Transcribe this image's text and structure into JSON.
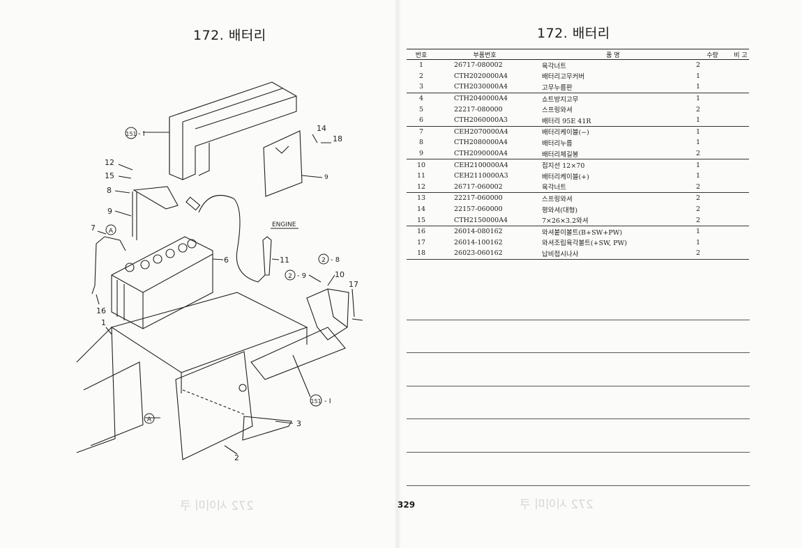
{
  "left_page": {
    "title": "172. 배터리",
    "callouts": {
      "c151a": "151",
      "c151a_suffix": "- I",
      "c14": "14",
      "c18": "18",
      "c12": "12",
      "c15": "15",
      "c8": "8",
      "c9": "9",
      "c7": "7",
      "cA1": "A",
      "cA2": "A",
      "c16": "16",
      "c1": "1",
      "c6": "6",
      "c11": "11",
      "engine": "ENGINE",
      "c2a": "2",
      "c2a_suffix": "- 8",
      "c2b": "2",
      "c2b_suffix": "- 9",
      "c10": "10",
      "c17": "17",
      "c151b": "151",
      "c151b_suffix": "- I",
      "c3": "3",
      "c2": "2",
      "c9b": "9"
    }
  },
  "right_page": {
    "title": "172. 배터리",
    "page_number": "329",
    "headers": {
      "no": "번호",
      "part_no": "부품번호",
      "name": "품 명",
      "qty": "수량",
      "remark": "비 고"
    },
    "rows": [
      {
        "no": "1",
        "part_no": "26717-080002",
        "name": "육각너트",
        "qty": "2"
      },
      {
        "no": "2",
        "part_no": "CTH2020000A4",
        "name": "배터리고무커버",
        "qty": "1"
      },
      {
        "no": "3",
        "part_no": "CTH2030000A4",
        "name": "고무누름판",
        "qty": "1"
      },
      {
        "no": "4",
        "part_no": "CTH2040000A4",
        "name": "쇼트방지고무",
        "qty": "1"
      },
      {
        "no": "5",
        "part_no": "22217-080000",
        "name": "스프링와셔",
        "qty": "2"
      },
      {
        "no": "6",
        "part_no": "CTH2060000A3",
        "name": "배터리 95E 41R",
        "qty": "1"
      },
      {
        "no": "7",
        "part_no": "CEH2070000A4",
        "name": "배터리케이블(−)",
        "qty": "1"
      },
      {
        "no": "8",
        "part_no": "CTH2080000A4",
        "name": "배터리누름",
        "qty": "1"
      },
      {
        "no": "9",
        "part_no": "CTH2090000A4",
        "name": "배터리체길봉",
        "qty": "2"
      },
      {
        "no": "10",
        "part_no": "CEH2100000A4",
        "name": "접지선 12×70",
        "qty": "1"
      },
      {
        "no": "11",
        "part_no": "CEH2110000A3",
        "name": "배터리케이블(+)",
        "qty": "1"
      },
      {
        "no": "12",
        "part_no": "26717-060002",
        "name": "육각너트",
        "qty": "2"
      },
      {
        "no": "13",
        "part_no": "22217-060000",
        "name": "스프링와셔",
        "qty": "2"
      },
      {
        "no": "14",
        "part_no": "22157-060000",
        "name": "평와셔(대형)",
        "qty": "2"
      },
      {
        "no": "15",
        "part_no": "CTH2150000A4",
        "name": "7×26×3.2와셔",
        "qty": "2"
      },
      {
        "no": "16",
        "part_no": "26014-080162",
        "name": "와셔붙이볼트(B+SW+PW)",
        "qty": "1"
      },
      {
        "no": "17",
        "part_no": "26014-100162",
        "name": "와셔조립육각볼트(+SW, PW)",
        "qty": "1"
      },
      {
        "no": "18",
        "part_no": "26023-060162",
        "name": "납비접시나사",
        "qty": "2"
      }
    ]
  }
}
